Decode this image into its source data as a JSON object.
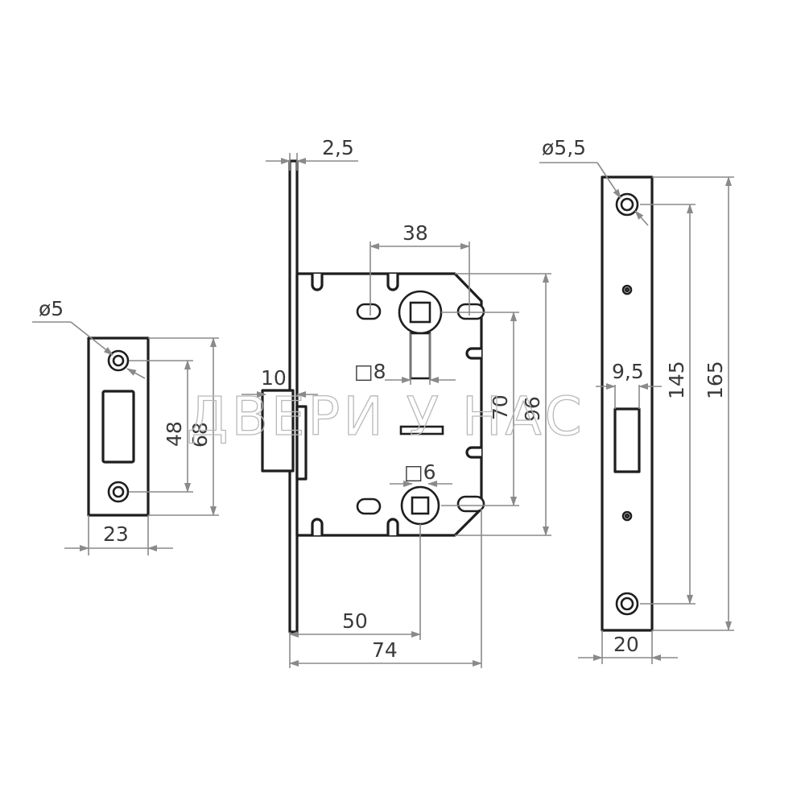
{
  "watermark": "ДВЕРИ У НАС",
  "dimensions": {
    "strike_hole_diameter": "ø5",
    "strike_width": "23",
    "strike_hole_spacing": "48",
    "strike_height": "68",
    "faceplate_thickness": "2,5",
    "latch_projection": "10",
    "body_depth": "38",
    "spindle_square": "□8",
    "thumbturn_square": "□6",
    "spindle_spacing": "70",
    "body_height": "96",
    "backset": "50",
    "total_depth": "74",
    "faceplate_hole_diameter": "ø5,5",
    "latch_window_width": "9,5",
    "faceplate_hole_spacing": "145",
    "faceplate_height": "165",
    "faceplate_width": "20"
  }
}
